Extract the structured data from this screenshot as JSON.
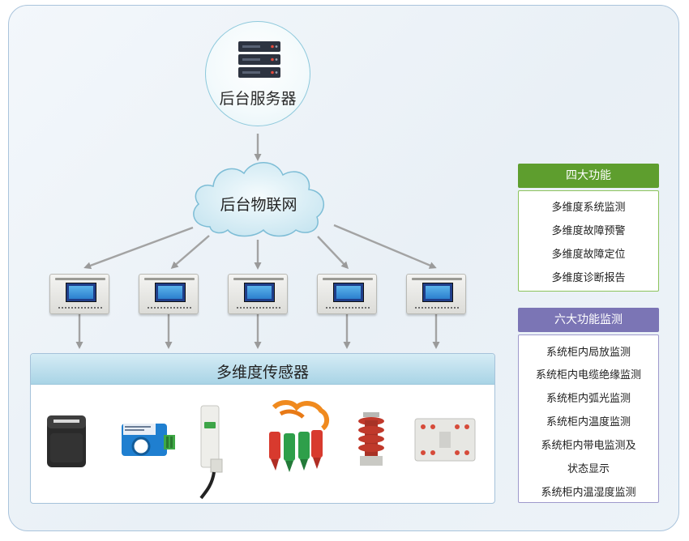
{
  "server": {
    "label": "后台服务器",
    "icon": "server-rack-icon"
  },
  "cloud": {
    "label": "后台物联网",
    "icon": "cloud-icon"
  },
  "controllers": {
    "count_label": "",
    "icon": "monitoring-device-icon"
  },
  "sensors": {
    "title": "多维度传感器",
    "items": [
      {
        "name": "black-sensor-module-icon"
      },
      {
        "name": "blue-current-transformer-icon"
      },
      {
        "name": "white-probe-sensor-icon"
      },
      {
        "name": "colored-clamp-sensors-icon"
      },
      {
        "name": "red-insulator-sensor-icon"
      },
      {
        "name": "white-terminal-module-icon"
      }
    ]
  },
  "panel_four": {
    "title": "四大功能",
    "color": "#5e9e2e",
    "border": "#8cc35c",
    "items": [
      "多维度系统监测",
      "多维度故障预警",
      "多维度故障定位",
      "多维度诊断报告"
    ]
  },
  "panel_six": {
    "title": "六大功能监测",
    "color": "#7b75b5",
    "border": "#9e99cc",
    "items": [
      "系统柜内局放监测",
      "系统柜内电缆绝缘监测",
      "系统柜内弧光监测",
      "系统柜内温度监测",
      "系统柜内带电监测及",
      "状态显示",
      "系统柜内温湿度监测"
    ]
  }
}
